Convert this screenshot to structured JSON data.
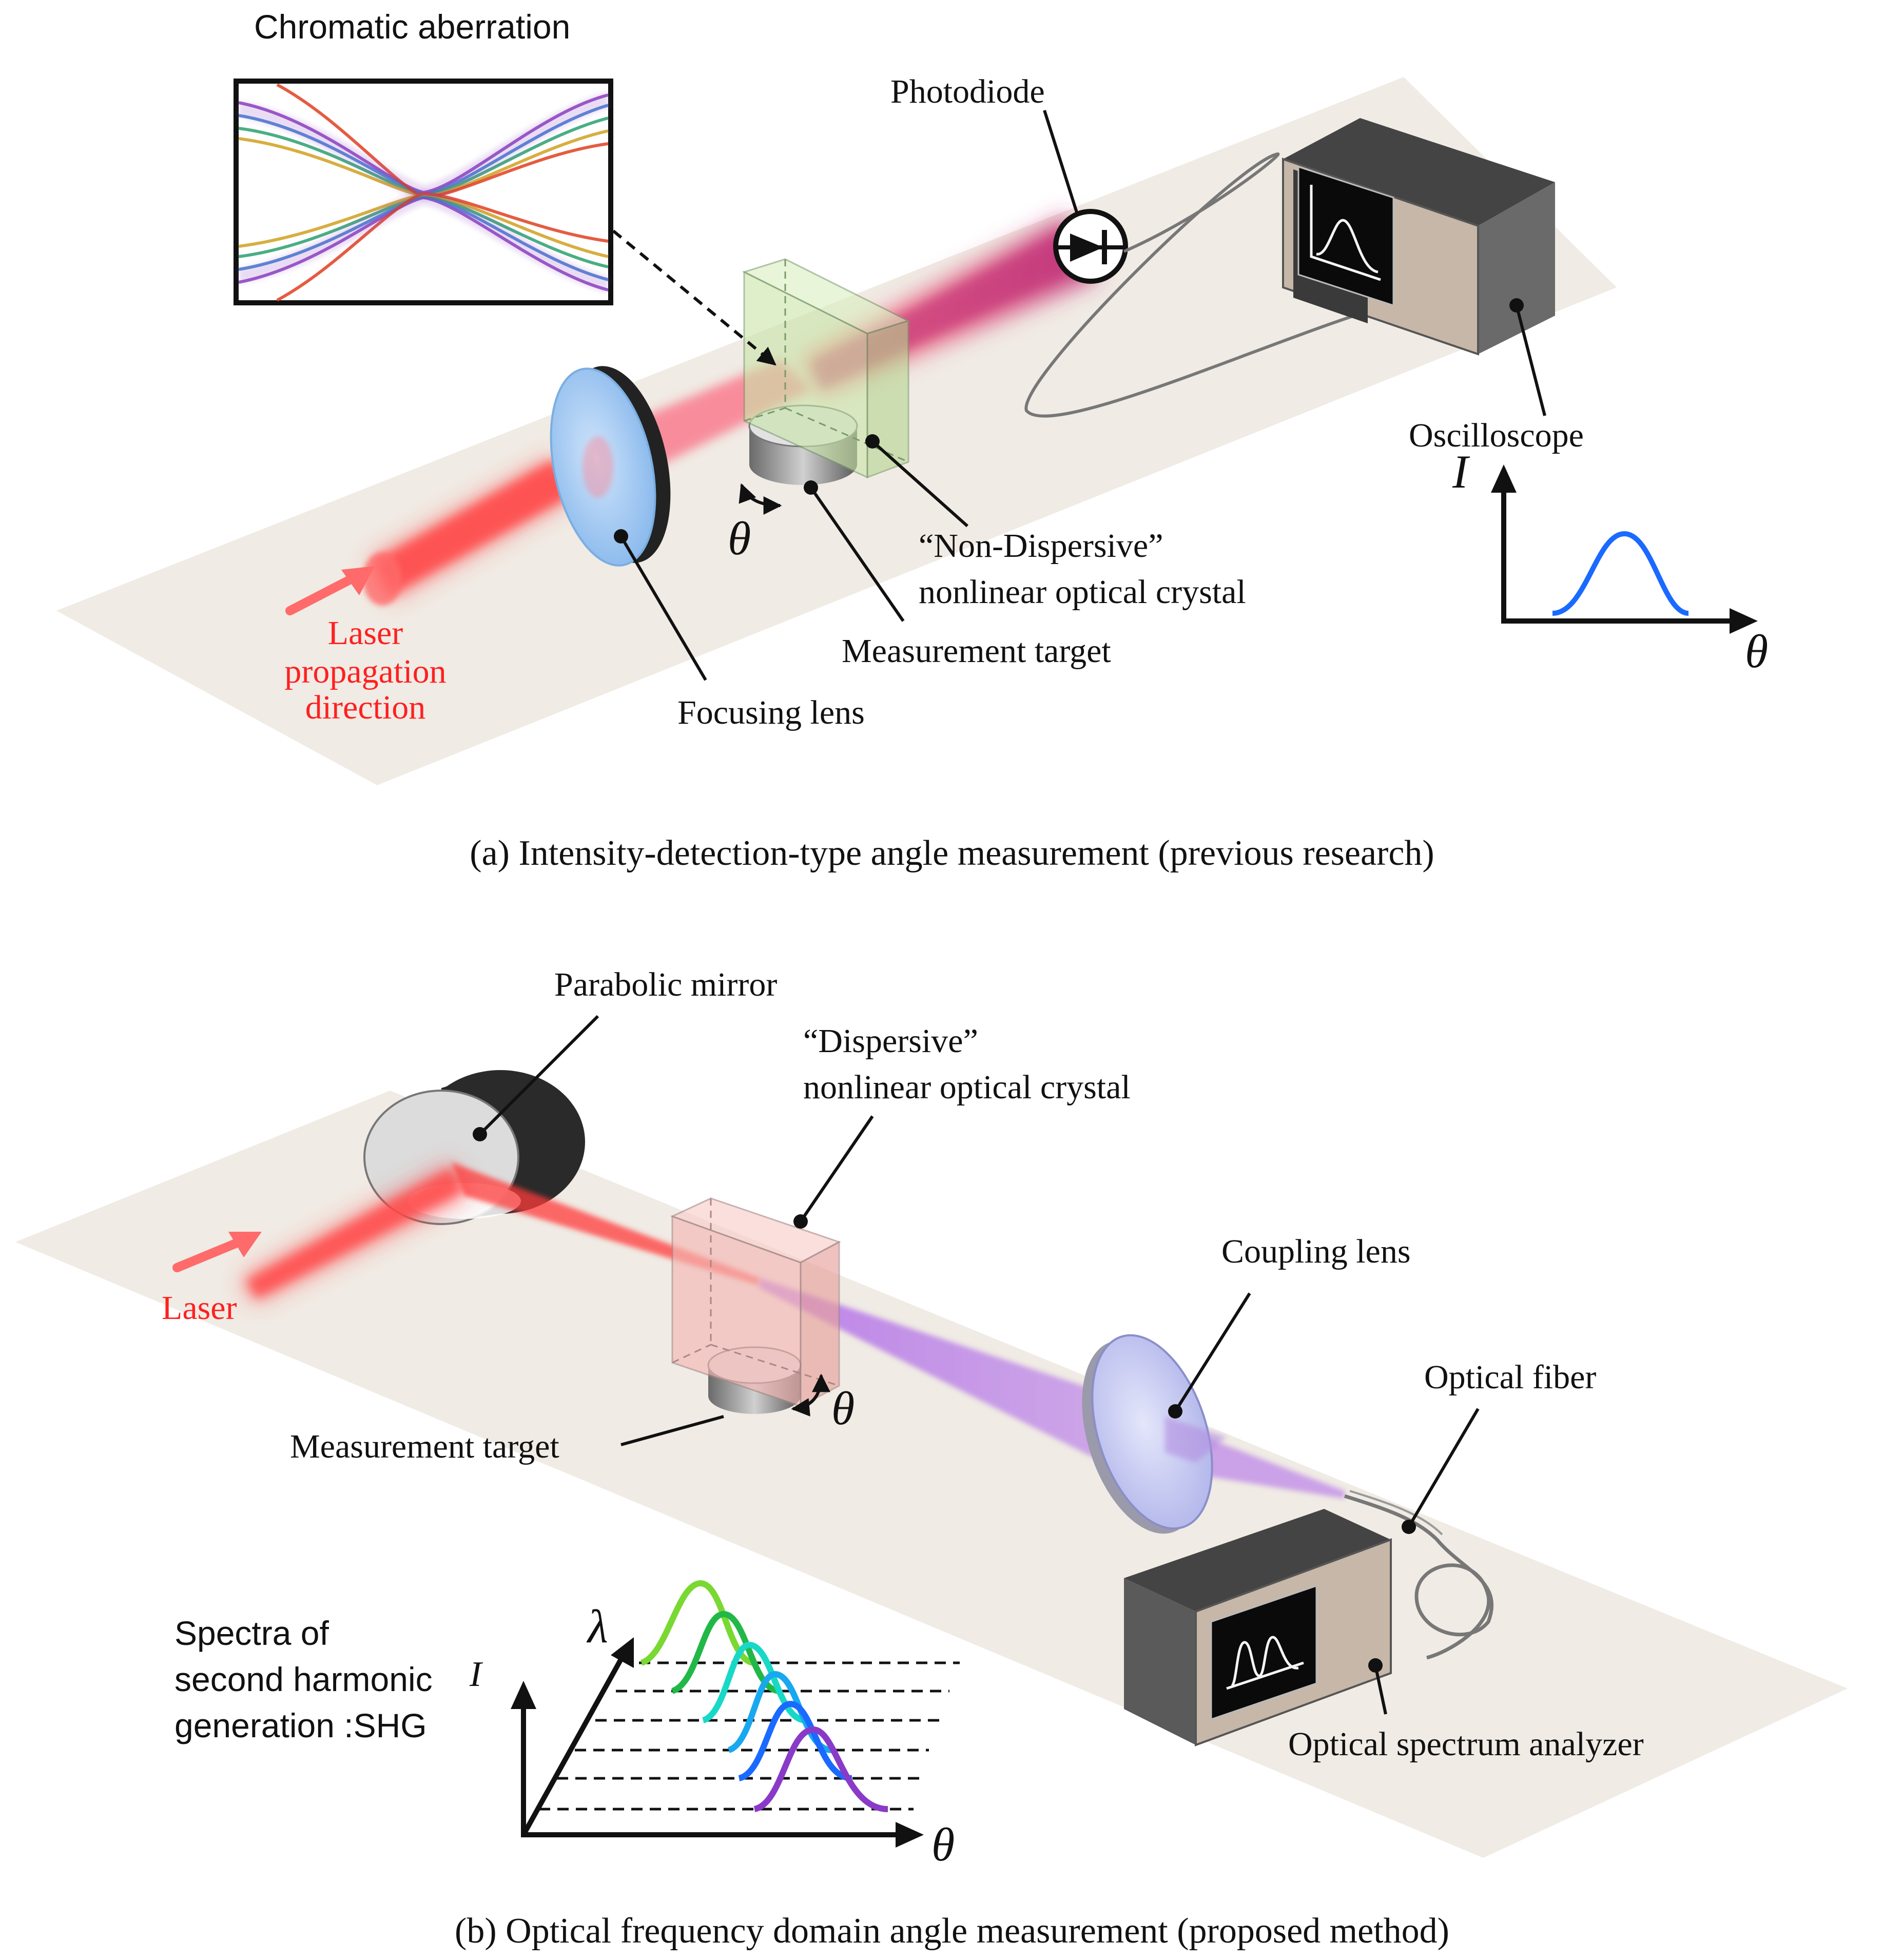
{
  "panel_a": {
    "caption": "(a) Intensity-detection-type angle measurement (previous research)",
    "inset_title": "Chromatic aberration",
    "photodiode": "Photodiode",
    "oscilloscope": "Oscilloscope",
    "crystal_line1": "“Non-Dispersive”",
    "crystal_line2": "nonlinear optical crystal",
    "measurement_target": "Measurement target",
    "focusing_lens": "Focusing lens",
    "laser_line1": "Laser",
    "laser_line2": "propagation",
    "laser_line3": "direction",
    "theta": "θ",
    "graph_y": "I",
    "graph_x": "θ"
  },
  "panel_b": {
    "caption": "(b) Optical frequency domain angle measurement (proposed method)",
    "parabolic_mirror": "Parabolic mirror",
    "crystal_line1": "“Dispersive”",
    "crystal_line2": "nonlinear optical crystal",
    "coupling_lens": "Coupling lens",
    "optical_fiber": "Optical fiber",
    "measurement_target": "Measurement target",
    "laser": "Laser",
    "theta": "θ",
    "spectra_line1": "Spectra of",
    "spectra_line2": "second harmonic",
    "spectra_line3": "generation :SHG",
    "graph_y": "I",
    "graph_z": "λ",
    "graph_x": "θ",
    "analyzer": "Optical spectrum analyzer"
  },
  "colors": {
    "table": "#f0ebe4",
    "laser_red": "#ff3a3a",
    "shg_magenta": "#c8327a",
    "shg_violet": "#b070e0",
    "curve_blue": "#1a6aff",
    "crystal_green": "#c9e6a8",
    "crystal_pink": "#f4b8b4"
  }
}
